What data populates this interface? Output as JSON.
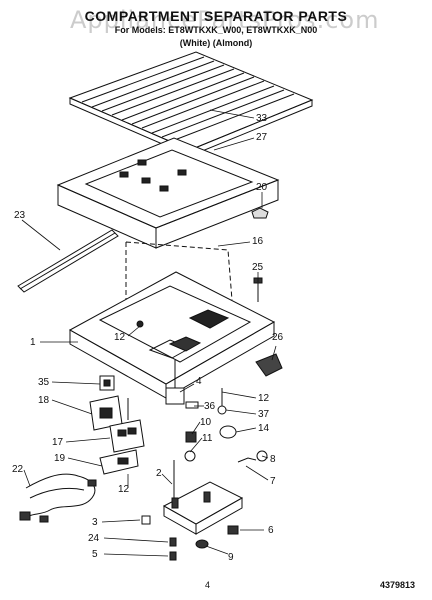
{
  "header": {
    "title": "COMPARTMENT SEPARATOR PARTS",
    "models": "For Models: ET8WTKXK_W00, ET8WTKXK_N00",
    "colors": "(White)          (Almond)"
  },
  "watermark": "AppliancePartsPros.com",
  "callouts": [
    {
      "id": "c33",
      "label": "33"
    },
    {
      "id": "c27",
      "label": "27"
    },
    {
      "id": "c20",
      "label": "20"
    },
    {
      "id": "c23",
      "label": "23"
    },
    {
      "id": "c16",
      "label": "16"
    },
    {
      "id": "c25",
      "label": "25"
    },
    {
      "id": "c1",
      "label": "1"
    },
    {
      "id": "c12a",
      "label": "12"
    },
    {
      "id": "c26",
      "label": "26"
    },
    {
      "id": "c35",
      "label": "35"
    },
    {
      "id": "c18",
      "label": "18"
    },
    {
      "id": "c4",
      "label": "4"
    },
    {
      "id": "c12b",
      "label": "12"
    },
    {
      "id": "c36",
      "label": "36"
    },
    {
      "id": "c37",
      "label": "37"
    },
    {
      "id": "c10",
      "label": "10"
    },
    {
      "id": "c14",
      "label": "14"
    },
    {
      "id": "c17",
      "label": "17"
    },
    {
      "id": "c11",
      "label": "11"
    },
    {
      "id": "c8",
      "label": "8"
    },
    {
      "id": "c19",
      "label": "19"
    },
    {
      "id": "c22",
      "label": "22"
    },
    {
      "id": "c7",
      "label": "7"
    },
    {
      "id": "c2",
      "label": "2"
    },
    {
      "id": "c12c",
      "label": "12"
    },
    {
      "id": "c3",
      "label": "3"
    },
    {
      "id": "c6",
      "label": "6"
    },
    {
      "id": "c24",
      "label": "24"
    },
    {
      "id": "c9",
      "label": "9"
    },
    {
      "id": "c5",
      "label": "5"
    }
  ],
  "footer": {
    "page": "4",
    "doc_number": "4379813"
  }
}
